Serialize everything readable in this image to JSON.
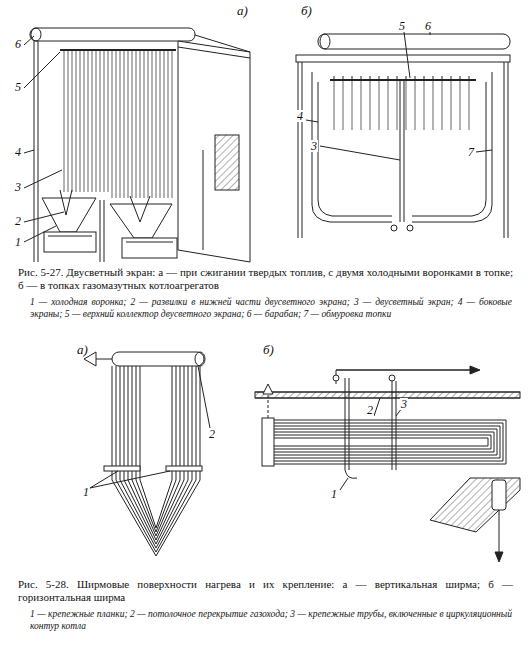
{
  "diagram": {
    "labels": [
      "а)",
      "6",
      "5",
      "4",
      "3",
      "2",
      "1",
      "б)",
      "5",
      "6",
      "4",
      "3",
      "7",
      "Рис. 5-27. Двусветный экран: а — при сжигании твердых топлив, с двумя холодными воронками в топке; б — в топках газомазутных котлоагрегатов",
      "1 — холодная воронка; 2 — развилки в нижней части двусветного экрана; 3 — двусветный экран; 4 — боковые экраны; 5 — верхний коллектор двусветного экрана; 6 — барабан; 7 — обмуровка топки",
      "а)",
      "2",
      "1",
      "б)",
      "2",
      "3",
      "1",
      "Рис. 5-28. Ширмовые поверхности нагрева и их крепление: а — вертикальная ширма; б — горизонтальная ширма",
      "1 — крепежные планки; 2 — потолочное перекрытие газохода; 3 — крепежные трубы, включенные в циркуляционный контур котла"
    ]
  }
}
